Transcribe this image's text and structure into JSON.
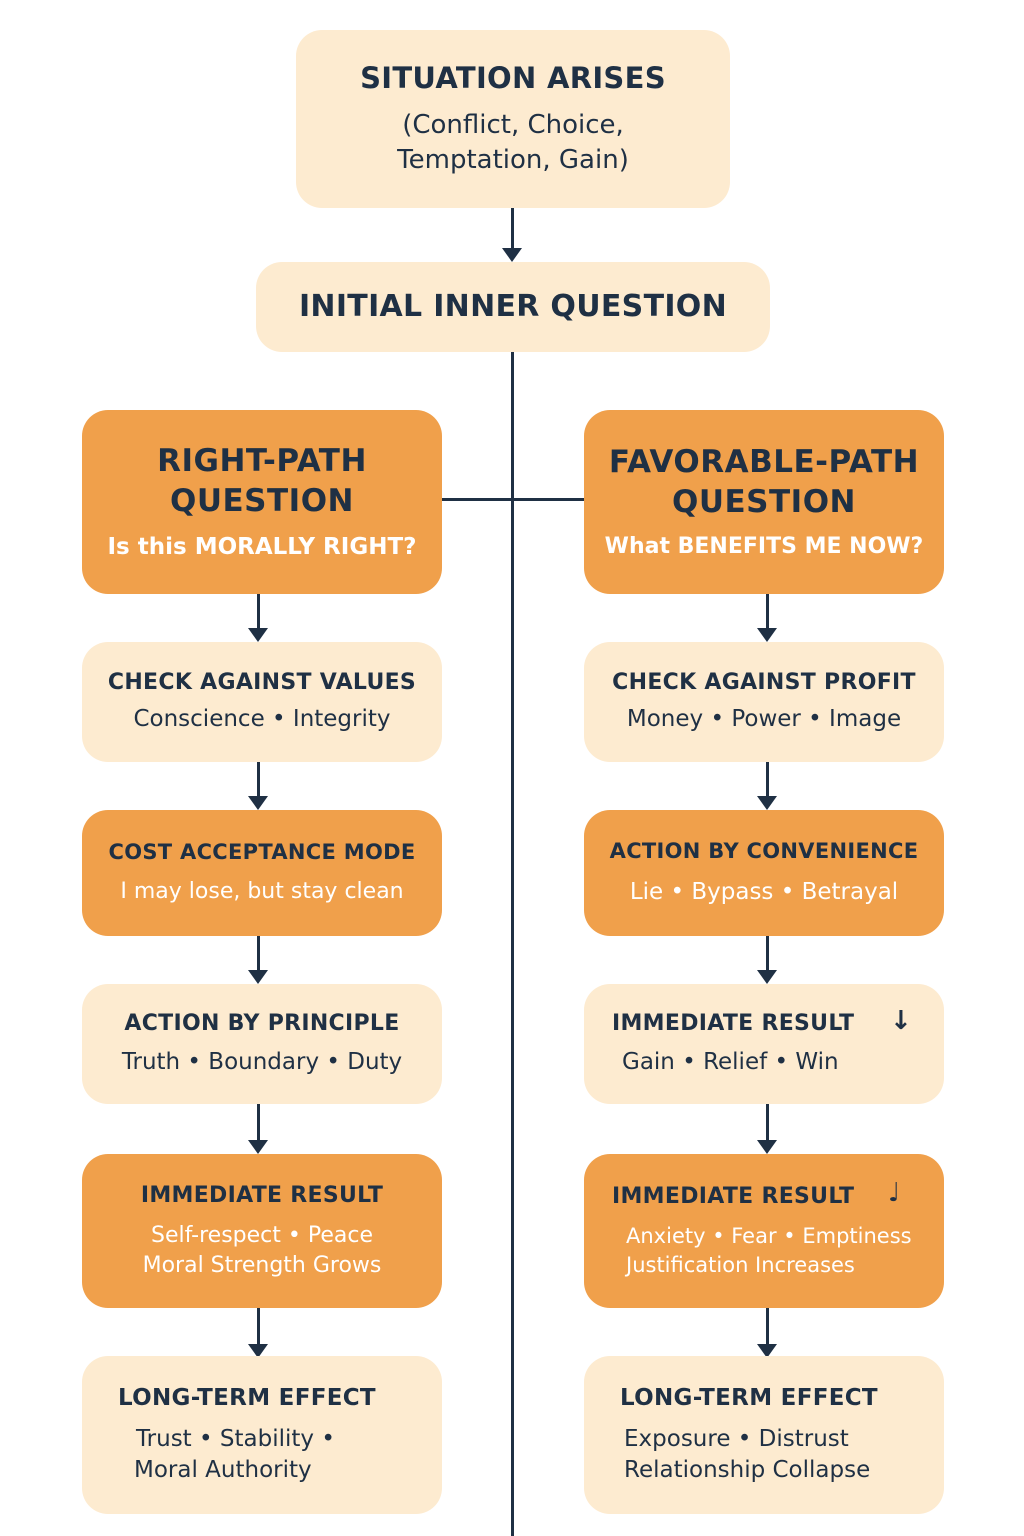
{
  "top": {
    "title": "SITUATION ARISES",
    "subtitle_line1": "(Conflict, Choice,",
    "subtitle_line2": "Temptation, Gain)"
  },
  "initial": {
    "title": "INITIAL INNER QUESTION"
  },
  "left": {
    "question": {
      "title_line1": "RIGHT-PATH",
      "title_line2": "QUESTION",
      "subtitle": "Is this MORALLY RIGHT?"
    },
    "step1": {
      "title": "CHECK AGAINST VALUES",
      "text": "Conscience • Integrity"
    },
    "step2": {
      "title": "COST ACCEPTANCE MODE",
      "text": "I may lose, but stay clean"
    },
    "step3": {
      "title": "ACTION BY PRINCIPLE",
      "text": "Truth • Boundary • Duty"
    },
    "step4": {
      "title": "IMMEDIATE RESULT",
      "text_line1": "Self-respect • Peace",
      "text_line2": "Moral Strength Grows"
    },
    "step5": {
      "title": "LONG-TERM EFFECT",
      "text_line1": "Trust • Stability •",
      "text_line2": "Moral Authority"
    }
  },
  "right": {
    "question": {
      "title_line1": "FAVORABLE-PATH",
      "title_line2": "QUESTION",
      "subtitle": "What BENEFITS ME NOW?"
    },
    "step1": {
      "title": "CHECK AGAINST PROFIT",
      "text": "Money • Power • Image"
    },
    "step2": {
      "title": "ACTION BY CONVENIENCE",
      "text": "Lie • Bypass • Betrayal"
    },
    "step3": {
      "title": "IMMEDIATE RESULT",
      "mark": "↓",
      "text": "Gain • Relief • Win"
    },
    "step4": {
      "title": "IMMEDIATE RESULT",
      "mark": "♩",
      "text_line1": "Anxiety • Fear • Emptiness",
      "text_line2": "Justification Increases"
    },
    "step5": {
      "title": "LONG-TERM EFFECT",
      "text_line1": "Exposure • Distrust",
      "text_line2": "Relationship Collapse"
    }
  }
}
